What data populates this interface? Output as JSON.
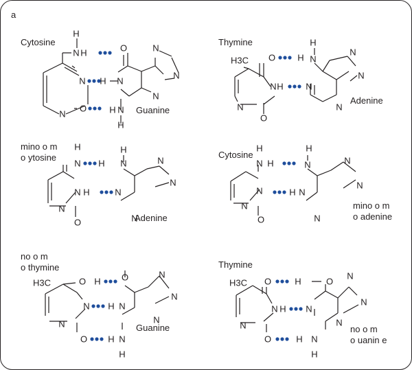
{
  "panel_letter": "a",
  "atoms": {
    "N": "N",
    "O": "O",
    "H": "H",
    "methyl": "H3C"
  },
  "pairs": [
    {
      "name": "cytosine-guanine",
      "left_label": [
        "Cytosine"
      ],
      "right_label": [
        "Guanine"
      ]
    },
    {
      "name": "thymine-adenine",
      "left_label": [
        "Thymine"
      ],
      "right_label": [
        "Adenine"
      ]
    },
    {
      "name": "imino-cytosine-adenine",
      "left_label": [
        "mino  o m",
        "o  ytosine"
      ],
      "right_label": [
        "Adenine"
      ]
    },
    {
      "name": "cytosine-imino-adenine",
      "left_label": [
        "Cytosine"
      ],
      "right_label": [
        "mino  o m",
        "o  adenine"
      ]
    },
    {
      "name": "enol-thymine-guanine",
      "left_label": [
        "no  o m",
        "o  thymine"
      ],
      "right_label": [
        "Guanine"
      ]
    },
    {
      "name": "thymine-enol-guanine",
      "left_label": [
        "Thymine"
      ],
      "right_label": [
        "no  o m",
        "o  uanin  e"
      ]
    }
  ],
  "colors": {
    "hydrogen_bond_dots": "#1f4e9c",
    "ink": "#231f20",
    "border": "#231f20"
  }
}
